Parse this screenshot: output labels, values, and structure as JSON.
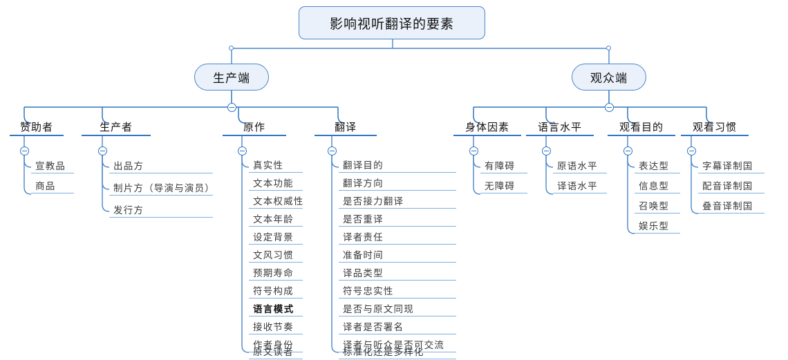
{
  "diagram": {
    "title": "影响视听翻译的要素",
    "type": "mindmap",
    "accent_color": "#2e75c0",
    "node_fill": "#eaf1fa",
    "node_border": "#4a86c8",
    "leaf_line_color": "#7fb0dd",
    "icons": {
      "collapse": "collapse-toggle-icon",
      "joint": "branch-joint-icon"
    }
  },
  "root": {
    "label": "影响视听翻译的要素"
  },
  "branches": [
    {
      "label": "生产端",
      "groups": [
        {
          "label": "赞助者",
          "items": [
            "宣教品",
            "商品"
          ]
        },
        {
          "label": "生产者",
          "items": [
            "出品方",
            "制片方（导演与演员）",
            "发行方"
          ]
        },
        {
          "label": "原作",
          "items": [
            "真实性",
            "文本功能",
            "文本权威性",
            "文本年龄",
            "设定背景",
            "文风习惯",
            "预期寿命",
            "符号构成",
            "语言模式",
            "接收节奏",
            "作者身份",
            "原文读者"
          ],
          "bold_items": [
            "语言模式"
          ]
        },
        {
          "label": "翻译",
          "items": [
            "翻译目的",
            "翻译方向",
            "是否接力翻译",
            "是否重译",
            "译者责任",
            "准备时间",
            "译品类型",
            "符号忠实性",
            "是否与原文同现",
            "译者是否署名",
            "译者与听众是否可交流",
            "标准化还是多样化"
          ]
        }
      ]
    },
    {
      "label": "观众端",
      "groups": [
        {
          "label": "身体因素",
          "items": [
            "有障碍",
            "无障碍"
          ]
        },
        {
          "label": "语言水平",
          "items": [
            "原语水平",
            "译语水平"
          ]
        },
        {
          "label": "观看目的",
          "items": [
            "表达型",
            "信息型",
            "召唤型",
            "娱乐型"
          ]
        },
        {
          "label": "观看习惯",
          "items": [
            "字幕译制国",
            "配音译制国",
            "叠音译制国"
          ]
        }
      ]
    }
  ]
}
